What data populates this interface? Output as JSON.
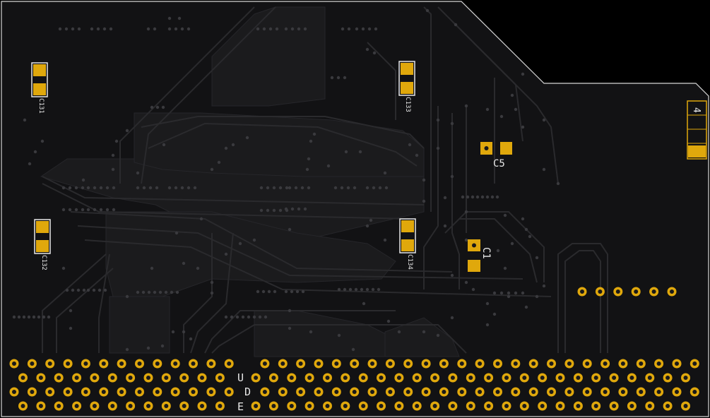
{
  "colors": {
    "background": "#000000",
    "board_fill": "#121214",
    "copper_pour": "#1b1b1d",
    "trace": "#2a2a2d",
    "via": "#3a3a3e",
    "outline": "#d8d8d8",
    "pad_gold": "#e0a80c",
    "pad_hole": "#1a1a1a",
    "silkscreen": "#e8e8e8"
  },
  "silkscreen": {
    "c5": "C5",
    "c1": "C1",
    "tl_ref": "C131",
    "tr_ref": "C133",
    "bl_ref": "C132",
    "br_ref": "C134",
    "conn_4": "4",
    "u": "U",
    "d": "D",
    "e": "E"
  },
  "components": {
    "smd_vertical": [
      "tl",
      "tr",
      "bl",
      "br"
    ],
    "header_row_pins": 6,
    "edge_rows": 4
  }
}
